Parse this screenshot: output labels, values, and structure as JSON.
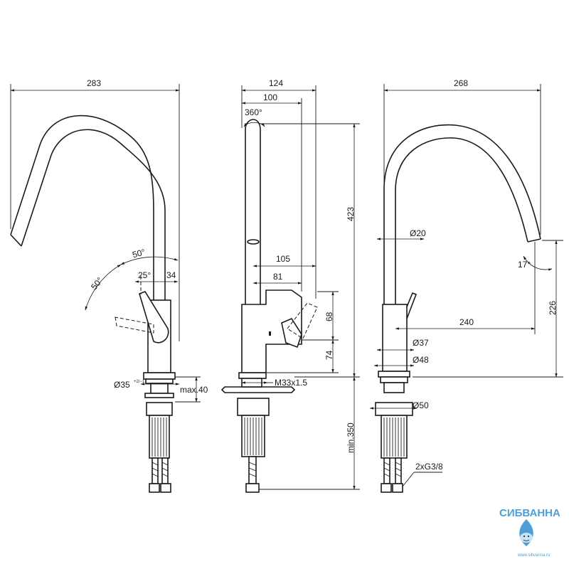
{
  "front_view": {
    "width": "283",
    "lever_angle_top": "50°",
    "lever_angle_side": "50°",
    "dim_25": "25°",
    "dim_34": "34",
    "hole_diameter": "Ø35",
    "hole_tolerance": "+2/−1",
    "max_thickness": "max.40"
  },
  "side_view": {
    "width_124": "124",
    "width_100": "100",
    "rotation": "360°",
    "dim_105": "105",
    "dim_81": "81",
    "height_68": "68",
    "height_74": "74",
    "thread": "M33x1.5",
    "height_423": "423"
  },
  "back_view": {
    "width": "268",
    "spout_diameter": "Ø20",
    "spout_angle": "17°",
    "reach": "240",
    "height_226": "226",
    "body_diameter": "Ø37",
    "base_diameter": "Ø48",
    "washer_diameter": "Ø50",
    "hose_length": "min.350",
    "connections": "2xG3/8"
  },
  "watermark": {
    "brand": "СИБВАННА",
    "url": "www.sibvanna.ru",
    "color": "#2e8fd0"
  }
}
